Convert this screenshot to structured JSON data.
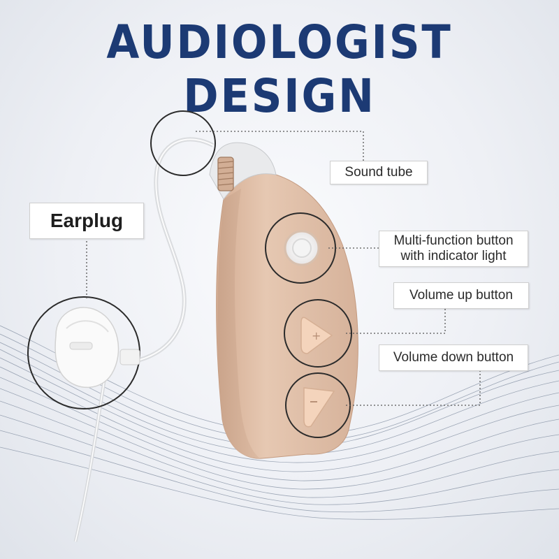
{
  "title": "AUDIOLOGIST DESIGN",
  "labels": {
    "earplug": "Earplug",
    "sound_tube": "Sound tube",
    "multi_function_line1": "Multi-function button",
    "multi_function_line2": "with indicator light",
    "volume_up": "Volume up button",
    "volume_down": "Volume down button"
  },
  "colors": {
    "title": "#1c3a74",
    "device_body": "#e3c3ab",
    "button": "#f2d2ba"
  }
}
